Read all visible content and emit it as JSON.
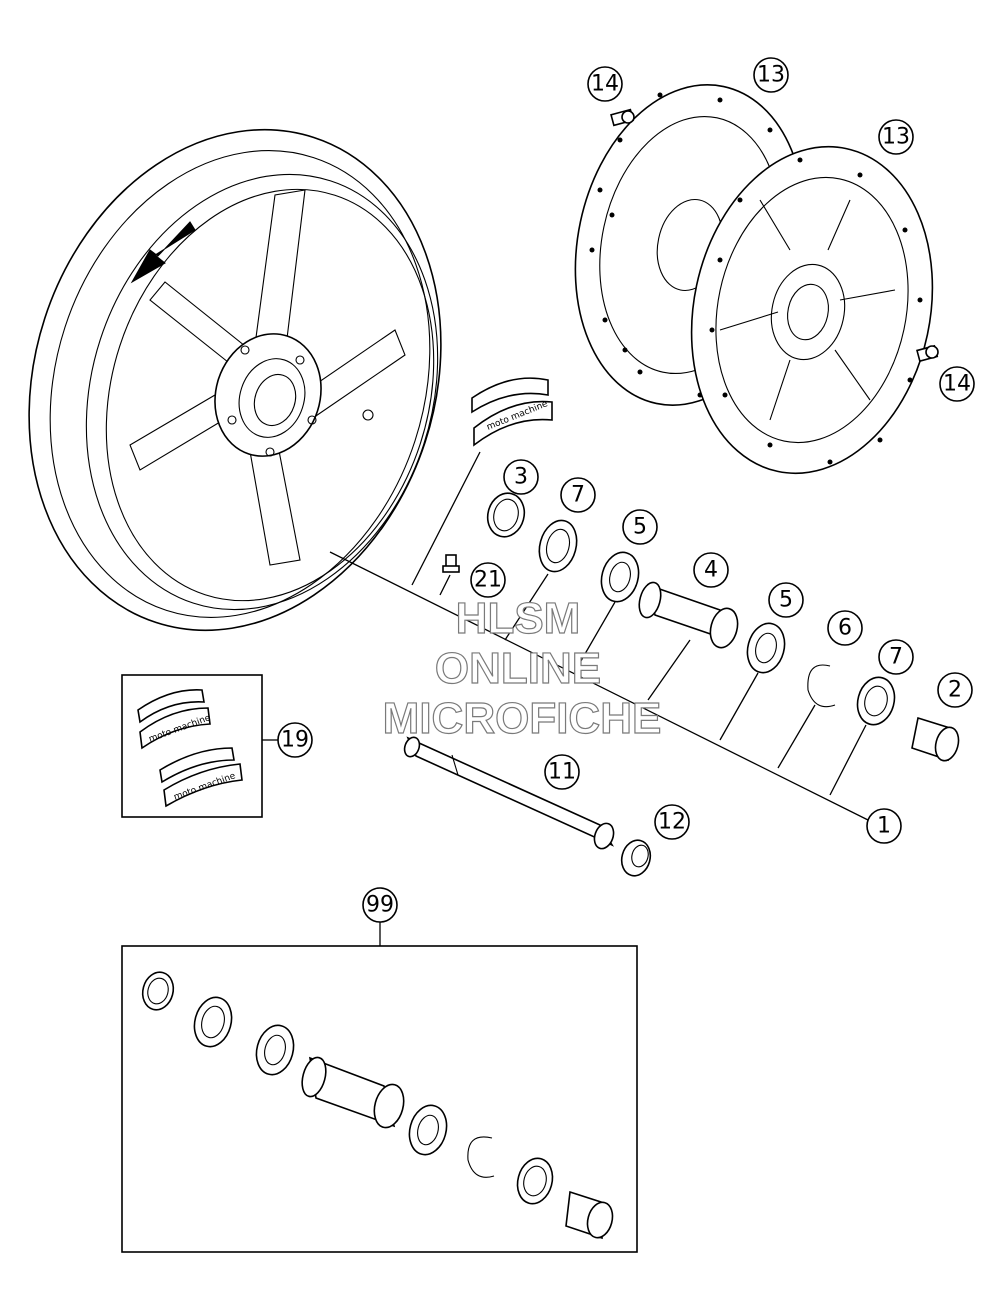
{
  "watermark": {
    "line1": "HLSM",
    "line2": "ONLINE",
    "line3": "MICROFICHE"
  },
  "decal_text": "moto machine",
  "callouts": [
    {
      "id": "c14a",
      "label": "14"
    },
    {
      "id": "c13a",
      "label": "13"
    },
    {
      "id": "c13b",
      "label": "13"
    },
    {
      "id": "c14b",
      "label": "14"
    },
    {
      "id": "c3",
      "label": "3"
    },
    {
      "id": "c7a",
      "label": "7"
    },
    {
      "id": "c5a",
      "label": "5"
    },
    {
      "id": "c4",
      "label": "4"
    },
    {
      "id": "c21",
      "label": "21"
    },
    {
      "id": "c5b",
      "label": "5"
    },
    {
      "id": "c6",
      "label": "6"
    },
    {
      "id": "c7b",
      "label": "7"
    },
    {
      "id": "c2",
      "label": "2"
    },
    {
      "id": "c19",
      "label": "19"
    },
    {
      "id": "c11",
      "label": "11"
    },
    {
      "id": "c12",
      "label": "12"
    },
    {
      "id": "c1",
      "label": "1"
    },
    {
      "id": "c99",
      "label": "99"
    }
  ]
}
